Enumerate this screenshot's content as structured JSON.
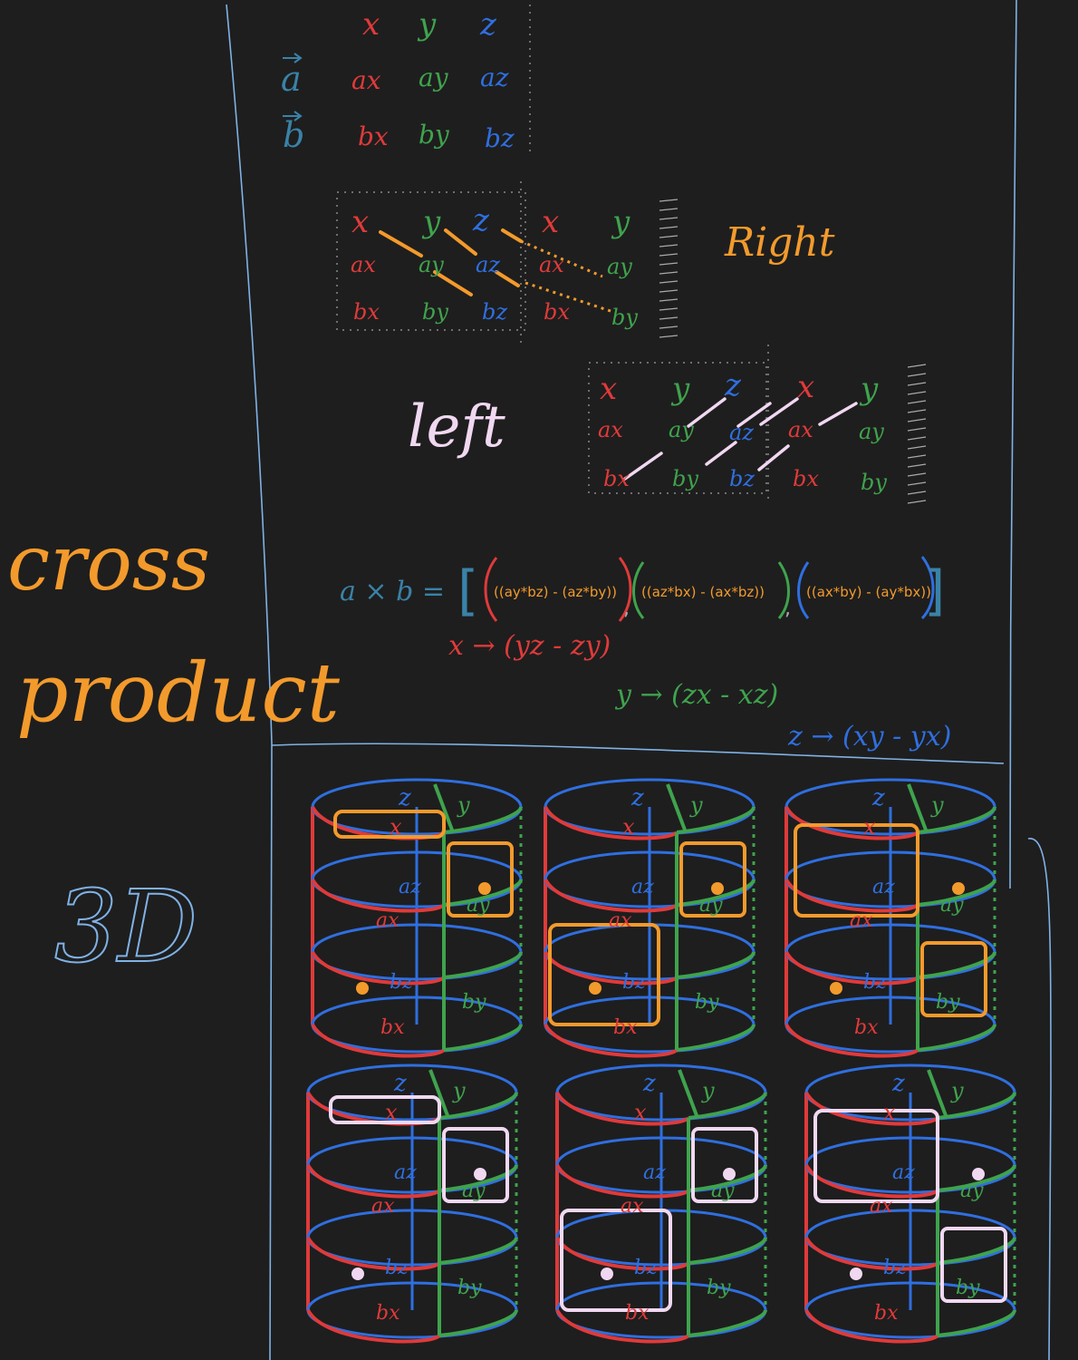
{
  "colors": {
    "background": "#1e1e1e",
    "x": "#e03a3a",
    "y": "#3fa34d",
    "z": "#2f6fe0",
    "vector": "#3a82a8",
    "accent_orange": "#f39a2c",
    "accent_white": "#f1d8f1",
    "frame": "#7fb2e6"
  },
  "sidebar": {
    "title_line1": "cross",
    "title_line2": "product",
    "note": "3D"
  },
  "component_table": {
    "headers": [
      "x",
      "y",
      "z"
    ],
    "rows": [
      {
        "vector": "a",
        "cells": [
          "ax",
          "ay",
          "az"
        ]
      },
      {
        "vector": "b",
        "cells": [
          "bx",
          "by",
          "bz"
        ]
      }
    ]
  },
  "right_diagram": {
    "label": "Right",
    "headers": [
      "x",
      "y",
      "z",
      "x",
      "y"
    ],
    "row_a": [
      "ax",
      "ay",
      "az",
      "ax",
      "ay"
    ],
    "row_b": [
      "bx",
      "by",
      "bz",
      "bx",
      "by"
    ]
  },
  "left_diagram": {
    "label": "left",
    "headers": [
      "x",
      "y",
      "z",
      "x",
      "y"
    ],
    "row_a": [
      "ax",
      "ay",
      "az",
      "ax",
      "ay"
    ],
    "row_b": [
      "bx",
      "by",
      "bz",
      "bx",
      "by"
    ]
  },
  "formula": {
    "lhs": "a × b =",
    "term1": "((ay*bz) - (az*by))",
    "term2": "((az*bx) - (ax*bz))",
    "term3": "((ax*by) - (ay*bx))",
    "open_bracket": "[",
    "close_bracket": "]",
    "sep": ","
  },
  "mnemonics": [
    {
      "text": "x → (yz - zy)"
    },
    {
      "text": "y → (zx - xz)"
    },
    {
      "text": "z → (xy - yx)"
    }
  ],
  "cylinders": {
    "labels": {
      "top": "z",
      "top_right": "y",
      "upper_x": "x",
      "mid_z": "az",
      "mid_x": "ax",
      "mid_y": "ay",
      "low_z": "bz",
      "low_x": "bx",
      "low_y": "by"
    }
  }
}
